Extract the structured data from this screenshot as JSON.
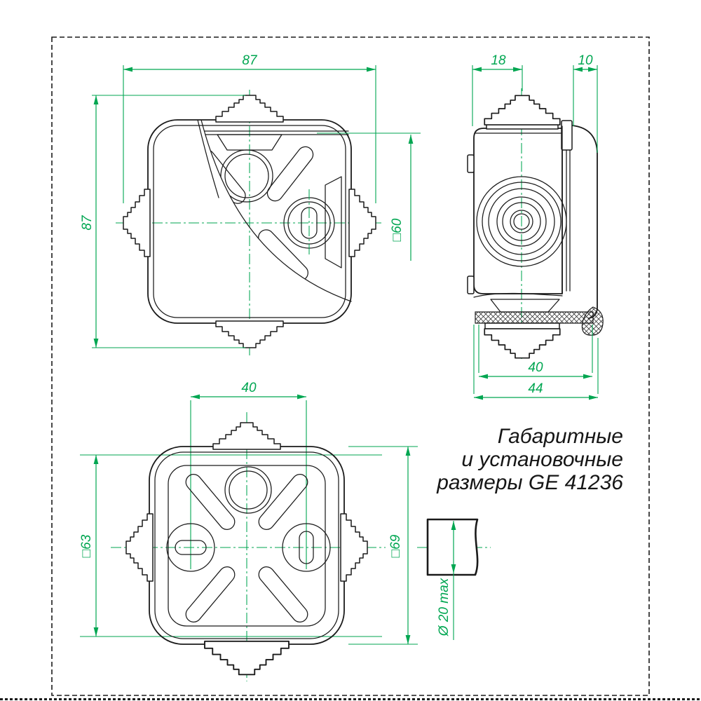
{
  "drawing": {
    "caption": {
      "line1": "Габаритные",
      "line2": "и установочные",
      "line3": "размеры GE 41236"
    },
    "dimensions": {
      "front": {
        "width": "87",
        "height": "87",
        "lid": "□60"
      },
      "side": {
        "gland_center": "18",
        "lid_depth": "10",
        "depth_inner": "40",
        "depth_overall": "44"
      },
      "back": {
        "mount_spacing": "40",
        "body": "□63",
        "overall": "□69"
      },
      "detail": {
        "cable": "Ø 20 max"
      }
    },
    "colors": {
      "dimension_green": "#00a651",
      "line_black": "#1a1a1a"
    }
  }
}
